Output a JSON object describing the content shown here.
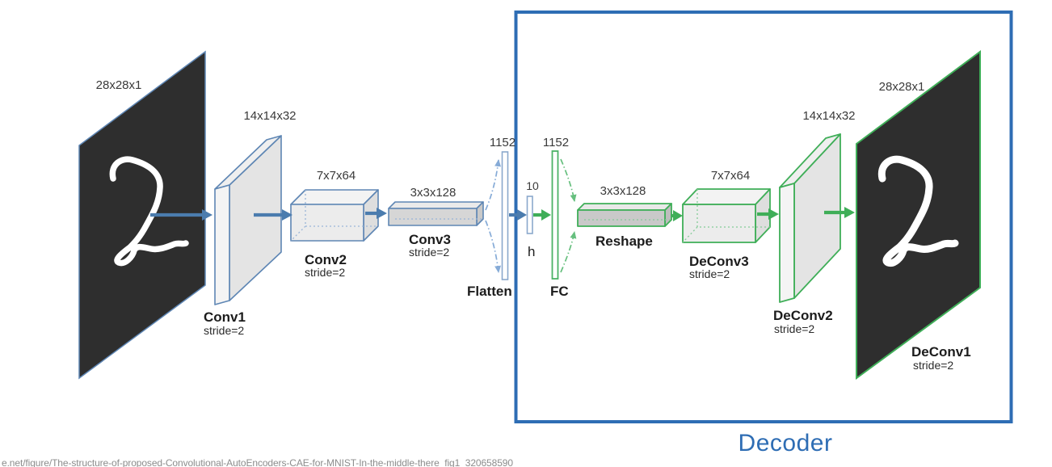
{
  "figure": {
    "encoder": {
      "input": {
        "dims": "28x28x1"
      },
      "conv1": {
        "name": "Conv1",
        "stride": "stride=2",
        "out_dims": "14x14x32"
      },
      "conv2": {
        "name": "Conv2",
        "stride": "stride=2",
        "out_dims": "7x7x64"
      },
      "conv3": {
        "name": "Conv3",
        "stride": "stride=2",
        "out_dims": "3x3x128"
      },
      "flatten": {
        "name": "Flatten",
        "size": "1152"
      }
    },
    "latent": {
      "name": "h",
      "size": "10"
    },
    "decoder": {
      "label": "Decoder",
      "fc": {
        "name": "FC",
        "size": "1152"
      },
      "reshape": {
        "name": "Reshape",
        "out_dims": "3x3x128"
      },
      "deconv3": {
        "name": "DeConv3",
        "stride": "stride=2",
        "out_dims": "7x7x64"
      },
      "deconv2": {
        "name": "DeConv2",
        "stride": "stride=2",
        "out_dims": "14x14x32"
      },
      "deconv1": {
        "name": "DeConv1",
        "stride": "stride=2",
        "out_dims": "28x28x1"
      }
    },
    "caption": "e.net/figure/The-structure-of-proposed-Convolutional-AutoEncoders-CAE-for-MNIST-In-the-middle-there_fig1_320658590"
  },
  "colors": {
    "encoder_stroke": "#5e86b4",
    "arrow_blue": "#4b7cae",
    "decoder_stroke": "#3fae58",
    "arrow_green": "#3fae58",
    "decoder_border": "#2e6db4",
    "image_background": "#2e2e2e",
    "caption_gray": "#8c8c8c"
  }
}
